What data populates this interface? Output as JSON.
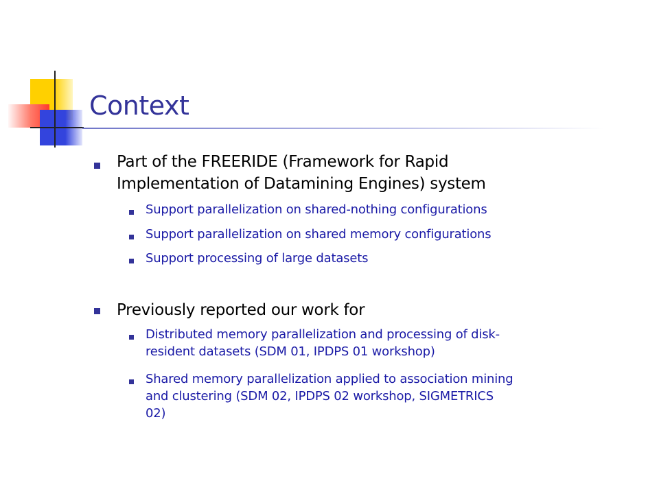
{
  "title": "Context",
  "bullets": [
    {
      "text_line1": "Part of the FREERIDE  (Framework for Rapid",
      "text_line2": "Implementation of Datamining Engines) system",
      "subitems": [
        "Support parallelization on  shared-nothing configurations",
        "Support parallelization on  shared memory configurations",
        "Support processing of large datasets"
      ]
    },
    {
      "text": "Previously reported our work for",
      "subitems": [
        {
          "line1": "Distributed memory parallelization and processing of disk-",
          "line2": "resident datasets (SDM 01, IPDPS 01 workshop)"
        },
        {
          "line1": "Shared memory parallelization applied to association mining",
          "line2": "and clustering (SDM 02, IPDPS 02 workshop, SIGMETRICS",
          "line3": "02)"
        }
      ]
    }
  ],
  "colors": {
    "title": "#333399",
    "bullet": "#333399",
    "level1_text": "#000000",
    "level2_text": "#1a1aa6"
  }
}
